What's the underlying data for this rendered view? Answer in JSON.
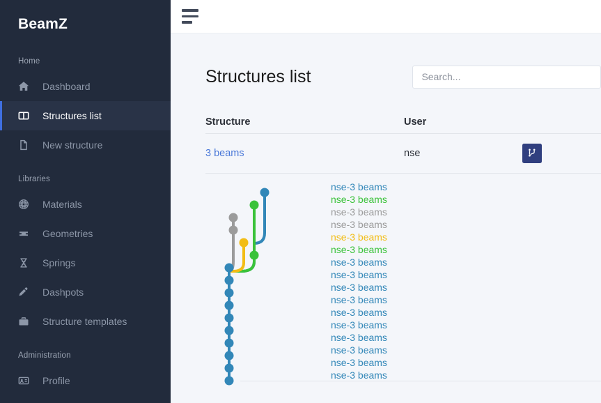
{
  "sidebar": {
    "brand": "BeamZ",
    "sections": [
      {
        "title": "Home",
        "items": [
          {
            "label": "Dashboard",
            "icon": "home-icon",
            "active": false
          },
          {
            "label": "Structures list",
            "icon": "columns-icon",
            "active": true
          },
          {
            "label": "New structure",
            "icon": "file-icon",
            "active": false
          }
        ]
      },
      {
        "title": "Libraries",
        "items": [
          {
            "label": "Materials",
            "icon": "material-circle-icon",
            "active": false
          },
          {
            "label": "Geometries",
            "icon": "beam-section-icon",
            "active": false
          },
          {
            "label": "Springs",
            "icon": "hourglass-spring-icon",
            "active": false
          },
          {
            "label": "Dashpots",
            "icon": "dashpot-pen-icon",
            "active": false
          },
          {
            "label": "Structure templates",
            "icon": "briefcase-icon",
            "active": false
          }
        ]
      },
      {
        "title": "Administration",
        "items": [
          {
            "label": "Profile",
            "icon": "id-card-icon",
            "active": false
          }
        ]
      }
    ],
    "accent_color": "#3f6fe0",
    "background_color": "#222b3c"
  },
  "topbar": {
    "menu_icon": "hamburger-icon"
  },
  "page": {
    "title": "Structures list"
  },
  "search": {
    "value": "",
    "placeholder": "Search..."
  },
  "table": {
    "columns": [
      "Structure",
      "User"
    ],
    "rows": [
      {
        "structure": "3 beams",
        "user": "nse",
        "action_icon": "code-branch-icon",
        "action_color": "#303f7f"
      }
    ]
  },
  "chart_data": {
    "type": "graph",
    "title": "",
    "description": "Git-style commit history graph of structure revisions",
    "colors": {
      "blue": "#3287b8",
      "green": "#3ac23a",
      "gray": "#9b9b9b",
      "yellow": "#f2bd16",
      "link_blue": "#3287b8"
    },
    "commits": [
      {
        "label": "nse-3 beams",
        "color": "#3287b8",
        "lane": 3
      },
      {
        "label": "nse-3 beams",
        "color": "#3ac23a",
        "lane": 2
      },
      {
        "label": "nse-3 beams",
        "color": "#9b9b9b",
        "lane": 1
      },
      {
        "label": "nse-3 beams",
        "color": "#9b9b9b",
        "lane": 1
      },
      {
        "label": "nse-3 beams",
        "color": "#f2bd16",
        "lane": 1.6
      },
      {
        "label": "nse-3 beams",
        "color": "#3ac23a",
        "lane": 2
      },
      {
        "label": "nse-3 beams",
        "color": "#3287b8",
        "lane": 0
      },
      {
        "label": "nse-3 beams",
        "color": "#3287b8",
        "lane": 0
      },
      {
        "label": "nse-3 beams",
        "color": "#3287b8",
        "lane": 0
      },
      {
        "label": "nse-3 beams",
        "color": "#3287b8",
        "lane": 0
      },
      {
        "label": "nse-3 beams",
        "color": "#3287b8",
        "lane": 0
      },
      {
        "label": "nse-3 beams",
        "color": "#3287b8",
        "lane": 0
      },
      {
        "label": "nse-3 beams",
        "color": "#3287b8",
        "lane": 0
      },
      {
        "label": "nse-3 beams",
        "color": "#3287b8",
        "lane": 0
      },
      {
        "label": "nse-3 beams",
        "color": "#3287b8",
        "lane": 0
      },
      {
        "label": "nse-3 beams",
        "color": "#3287b8",
        "lane": 0
      }
    ]
  }
}
